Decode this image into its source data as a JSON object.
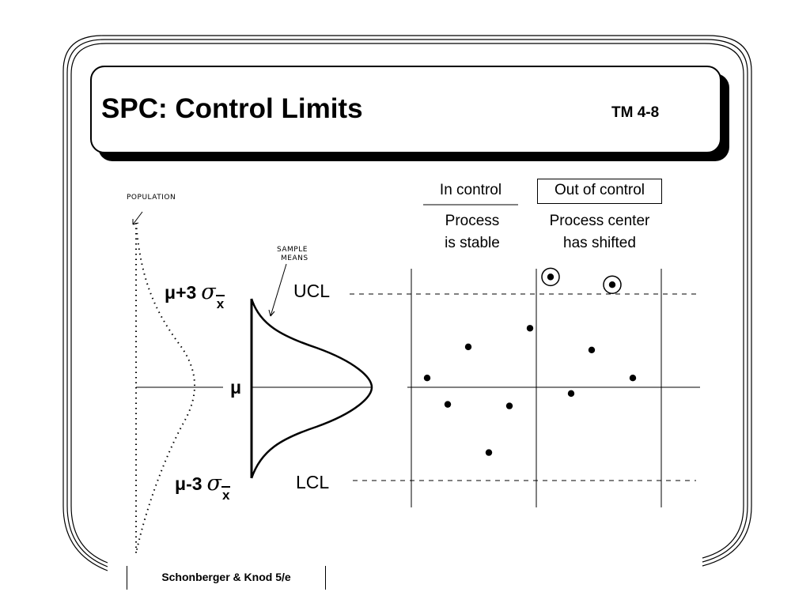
{
  "title": "SPC: Control Limits",
  "slide_number": "TM 4-8",
  "columns": {
    "in_control": {
      "label": "In control",
      "line1": "Process",
      "line2": "is stable"
    },
    "out_of_control": {
      "label": "Out of control",
      "line1": "Process center",
      "line2": "has shifted"
    }
  },
  "limits": {
    "ucl": "UCL",
    "lcl": "LCL",
    "mean": "μ",
    "ucl_formula": {
      "prefix": "μ+3",
      "sigma": "σ",
      "sub": "x"
    },
    "lcl_formula": {
      "prefix": "μ-3",
      "sigma": "σ",
      "sub": "x"
    }
  },
  "annotations": {
    "population": "POPULATION",
    "sample_means_1": "SAMPLE",
    "sample_means_2": "MEANS"
  },
  "footer": "Schonberger & Knod   5/e",
  "chart_data": {
    "type": "scatter",
    "title": "",
    "xlabel": "",
    "ylabel": "",
    "ylim": [
      -3,
      3
    ],
    "reference_lines": [
      {
        "name": "UCL",
        "y": 3
      },
      {
        "name": "μ",
        "y": 0
      },
      {
        "name": "LCL",
        "y": -3
      }
    ],
    "series": [
      {
        "group": "In control",
        "points": [
          {
            "x": 1,
            "y": 0.3
          },
          {
            "x": 2,
            "y": -0.55
          },
          {
            "x": 3,
            "y": 1.3
          },
          {
            "x": 4,
            "y": -2.1
          },
          {
            "x": 5,
            "y": -0.6
          },
          {
            "x": 6,
            "y": 1.9
          }
        ]
      },
      {
        "group": "Out of control",
        "points": [
          {
            "x": 7,
            "y": 3.55,
            "circled": true
          },
          {
            "x": 8,
            "y": -0.2
          },
          {
            "x": 9,
            "y": 1.2
          },
          {
            "x": 10,
            "y": 3.3,
            "circled": true
          },
          {
            "x": 11,
            "y": 0.3
          }
        ]
      }
    ]
  }
}
